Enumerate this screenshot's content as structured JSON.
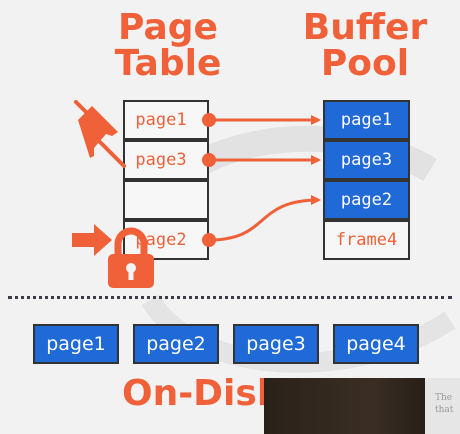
{
  "headings": {
    "page_table": [
      "Page",
      "Table"
    ],
    "buffer_pool": [
      "Buffer",
      "Pool"
    ],
    "on_disk": "On-Disk"
  },
  "page_table": [
    "page1",
    "page3",
    "",
    "page2"
  ],
  "buffer_pool": [
    {
      "label": "page1",
      "state": "filled"
    },
    {
      "label": "page3",
      "state": "filled"
    },
    {
      "label": "page2",
      "state": "filled"
    },
    {
      "label": "frame4",
      "state": "empty"
    }
  ],
  "disk_pages": [
    "page1",
    "page2",
    "page3",
    "page4"
  ],
  "slide_corner_text": [
    "The",
    "that"
  ],
  "colors": {
    "accent": "#f0613a",
    "page_blue": "#1f6ad6",
    "border": "#333333",
    "background": "#f2f2f2"
  },
  "icons": [
    "pushpin-icon",
    "arrow-right-icon",
    "padlock-icon"
  ]
}
